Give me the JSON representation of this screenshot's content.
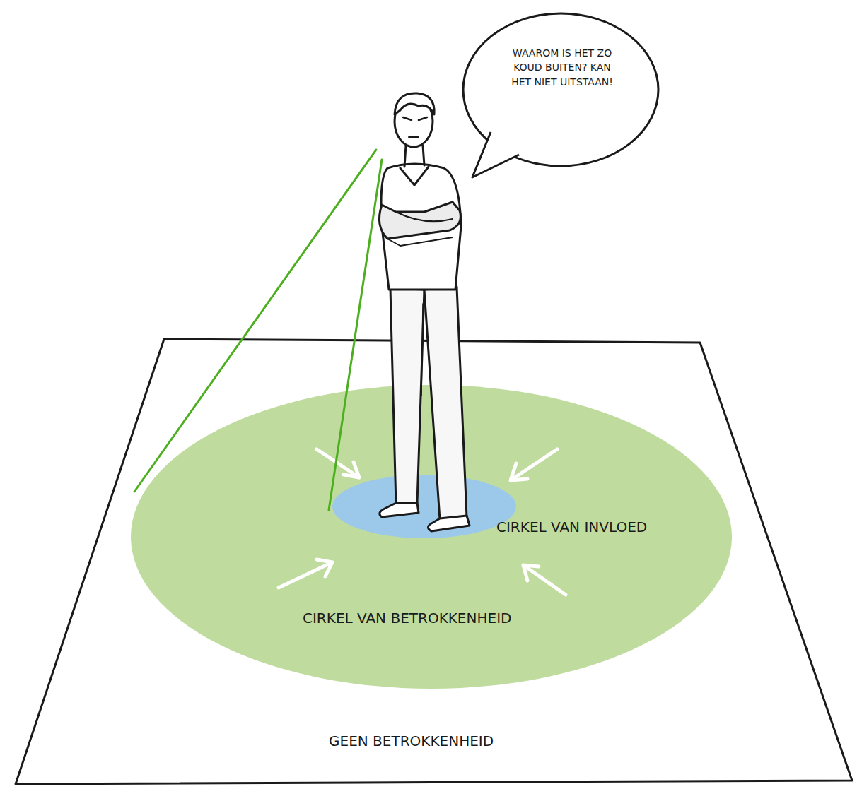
{
  "diagram": {
    "nodes": [
      {
        "text": [
          "GEEN BETROKKENHEID"
        ]
      },
      {
        "text": [
          "CIRKEL VAN BETROKKENHEID"
        ],
        "in": 0
      },
      {
        "text": [
          "CIRKEL VAN INVLOED"
        ],
        "in": 1
      },
      {
        "text": [
          "WAAROM IS HET ZO KOUD BUITEN? KAN HET NIET UITSTAAN!"
        ]
      }
    ]
  }
}
